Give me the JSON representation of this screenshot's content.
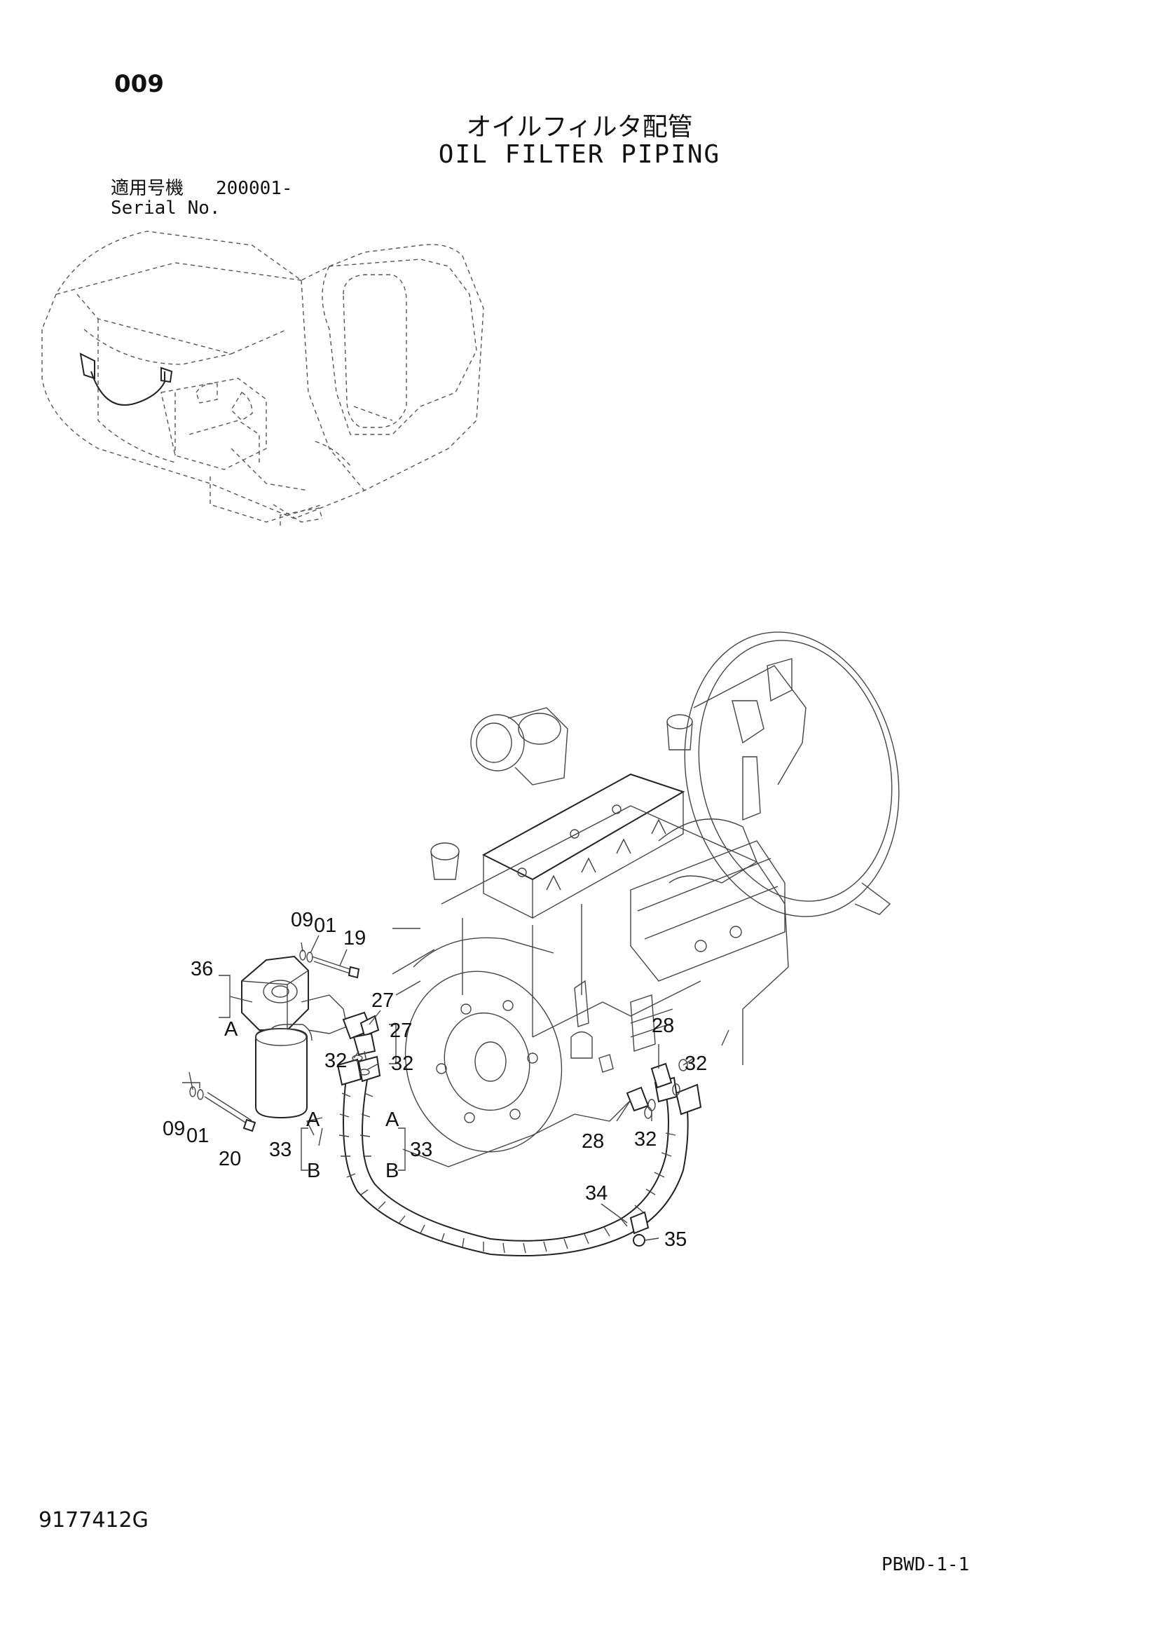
{
  "page_number": "009",
  "title_jp": "オイルフィルタ配管",
  "title_en": "OIL FILTER PIPING",
  "serial": {
    "label_jp": "適用号機",
    "label_en": "Serial No.",
    "value": "200001-"
  },
  "document_number": "9177412G",
  "page_reference": "PBWD-1-1",
  "callouts": [
    {
      "id": "c-09-top",
      "text": "09"
    },
    {
      "id": "c-01-top",
      "text": "01"
    },
    {
      "id": "c-19",
      "text": "19"
    },
    {
      "id": "c-36",
      "text": "36"
    },
    {
      "id": "c-27a",
      "text": "27"
    },
    {
      "id": "c-27b",
      "text": "27"
    },
    {
      "id": "c-A-filter",
      "text": "A"
    },
    {
      "id": "c-32a",
      "text": "32"
    },
    {
      "id": "c-32b",
      "text": "32"
    },
    {
      "id": "c-28-top",
      "text": "28"
    },
    {
      "id": "c-32c",
      "text": "32"
    },
    {
      "id": "c-09-bot",
      "text": "09"
    },
    {
      "id": "c-01-bot",
      "text": "01"
    },
    {
      "id": "c-20",
      "text": "20"
    },
    {
      "id": "c-A-left",
      "text": "A"
    },
    {
      "id": "c-A-right",
      "text": "A"
    },
    {
      "id": "c-33-left",
      "text": "33"
    },
    {
      "id": "c-33-right",
      "text": "33"
    },
    {
      "id": "c-B-left",
      "text": "B"
    },
    {
      "id": "c-B-right",
      "text": "B"
    },
    {
      "id": "c-28-bot",
      "text": "28"
    },
    {
      "id": "c-32d",
      "text": "32"
    },
    {
      "id": "c-34",
      "text": "34"
    },
    {
      "id": "c-35",
      "text": "35"
    }
  ]
}
